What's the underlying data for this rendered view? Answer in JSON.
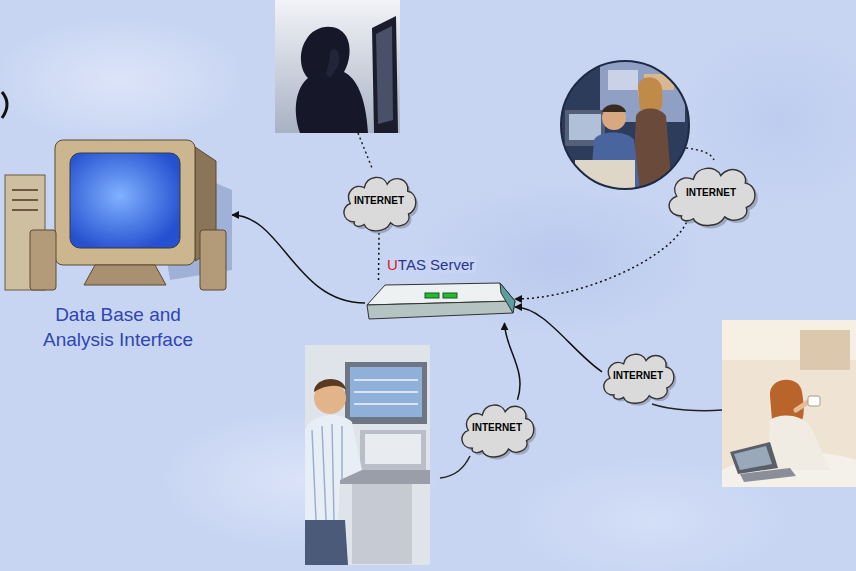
{
  "diagram": {
    "nodes": [
      {
        "text": [
          "INTERNET"
        ]
      },
      {
        "text": [
          "INTERNET"
        ]
      },
      {
        "text": [
          "Data Base and Analysis Interface"
        ]
      },
      {
        "text": [
          "UTAS Server"
        ]
      },
      {
        "text": [
          "INTERNET"
        ]
      },
      {
        "text": [
          "INTERNET"
        ]
      }
    ],
    "edges": [
      {
        "from": 3,
        "to": 2,
        "arrow": "to"
      },
      {
        "from": 0,
        "to": 3,
        "arrow": "none"
      },
      {
        "from": 1,
        "to": 3,
        "arrow": "to"
      },
      {
        "from": 4,
        "to": 3,
        "arrow": "to"
      },
      {
        "from": 5,
        "to": 3,
        "arrow": "to"
      }
    ]
  }
}
